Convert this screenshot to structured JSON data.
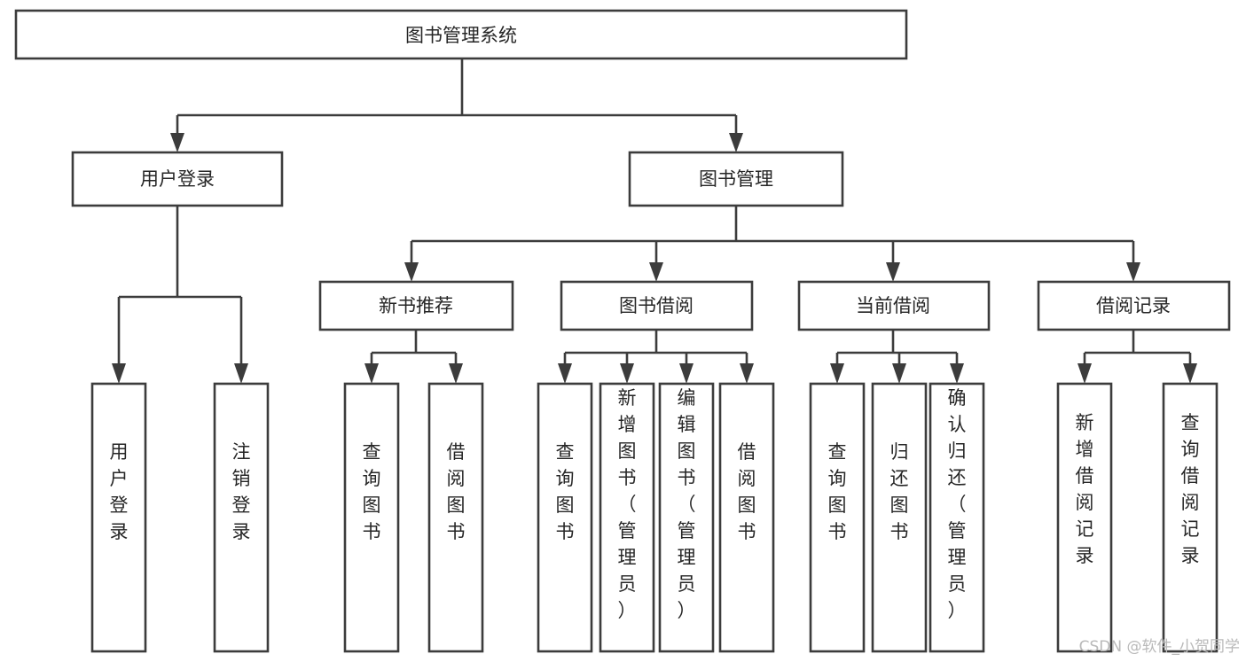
{
  "diagram": {
    "type": "tree-hierarchy-flowchart",
    "title": "图书管理系统",
    "orientation": "top-down",
    "levels": 3,
    "style": {
      "box_fill": "#ffffff",
      "box_stroke": "#3c3c3c",
      "text_color": "#262626",
      "background": "#ffffff",
      "watermark_color": "#b9b9b9"
    },
    "root": {
      "label": "图书管理系统",
      "orientation": "horizontal"
    },
    "level2": [
      {
        "label": "用户登录",
        "orientation": "horizontal"
      },
      {
        "label": "图书管理",
        "orientation": "horizontal"
      }
    ],
    "level3": [
      {
        "label": "新书推荐",
        "orientation": "horizontal",
        "parent": "图书管理"
      },
      {
        "label": "图书借阅",
        "orientation": "horizontal",
        "parent": "图书管理"
      },
      {
        "label": "当前借阅",
        "orientation": "horizontal",
        "parent": "图书管理"
      },
      {
        "label": "借阅记录",
        "orientation": "horizontal",
        "parent": "图书管理"
      }
    ],
    "leaves": {
      "用户登录": [
        {
          "label": "用户登录",
          "lines": [
            "用",
            "户",
            "登",
            "录"
          ]
        },
        {
          "label": "注销登录",
          "lines": [
            "注",
            "销",
            "登",
            "录"
          ]
        }
      ],
      "新书推荐": [
        {
          "label": "查询图书",
          "lines": [
            "查",
            "询",
            "图",
            "书"
          ]
        },
        {
          "label": "借阅图书",
          "lines": [
            "借",
            "阅",
            "图",
            "书"
          ]
        }
      ],
      "图书借阅": [
        {
          "label": "查询图书",
          "lines": [
            "查",
            "询",
            "图",
            "书"
          ]
        },
        {
          "label": "新增图书（管理员）",
          "lines": [
            "新",
            "增",
            "图",
            "书",
            "（",
            "管",
            "理",
            "员",
            "）"
          ]
        },
        {
          "label": "编辑图书（管理员）",
          "lines": [
            "编",
            "辑",
            "图",
            "书",
            "（",
            "管",
            "理",
            "员",
            "）"
          ]
        },
        {
          "label": "借阅图书",
          "lines": [
            "借",
            "阅",
            "图",
            "书"
          ]
        }
      ],
      "当前借阅": [
        {
          "label": "查询图书",
          "lines": [
            "查",
            "询",
            "图",
            "书"
          ]
        },
        {
          "label": "归还图书",
          "lines": [
            "归",
            "还",
            "图",
            "书"
          ]
        },
        {
          "label": "确认归还（管理员）",
          "lines": [
            "确",
            "认",
            "归",
            "还",
            "（",
            "管",
            "理",
            "员",
            "）"
          ]
        }
      ],
      "借阅记录": [
        {
          "label": "新增借阅记录",
          "lines": [
            "新",
            "增",
            "借",
            "阅",
            "记",
            "录"
          ]
        },
        {
          "label": "查询借阅记录",
          "lines": [
            "查",
            "询",
            "借",
            "阅",
            "记",
            "录"
          ]
        }
      ]
    }
  },
  "watermark": {
    "text": "CSDN @软件_小贺同学"
  }
}
